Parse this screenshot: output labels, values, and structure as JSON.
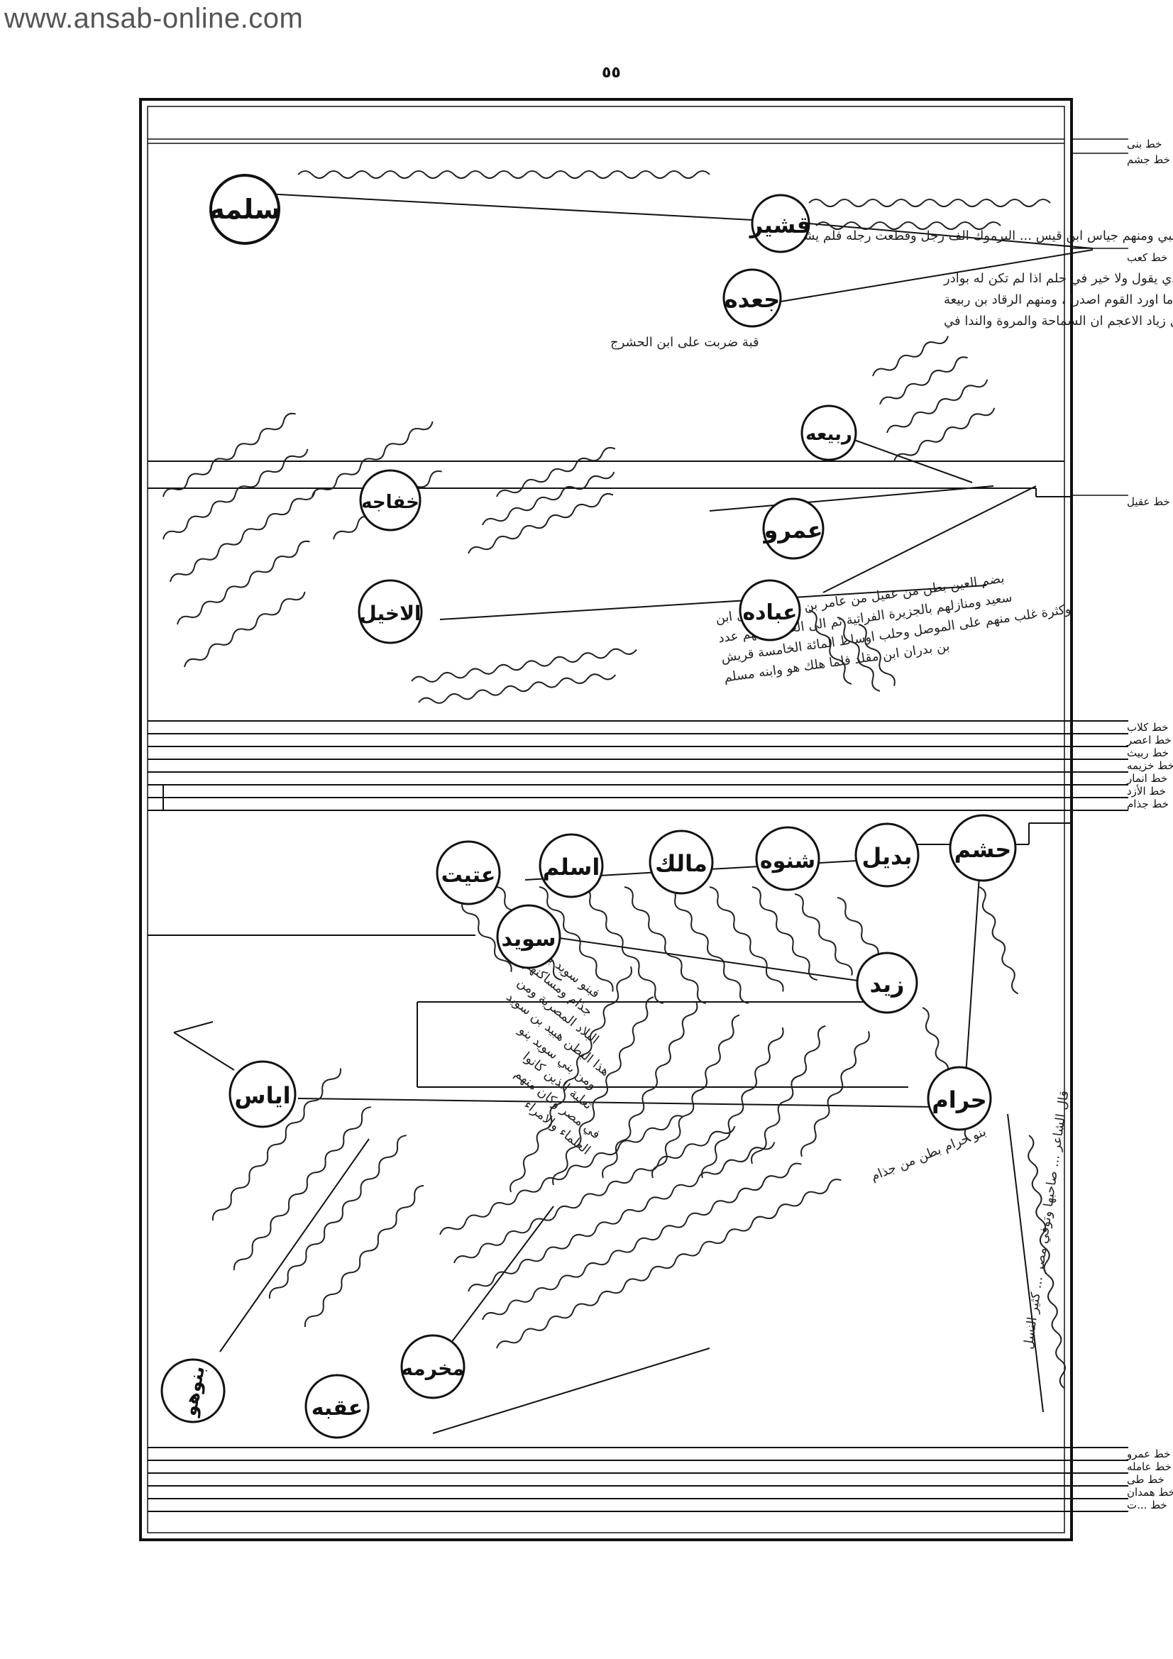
{
  "watermark": "www.ansab-online.com",
  "page_number": "٥٥",
  "side_labels": {
    "top": [
      "خط بنی",
      "خط جشم",
      "خط کعب"
    ],
    "mid_aqil": "خط عقیل",
    "mid_stack": [
      "خط کلاب",
      "خط اعصر",
      "خط ربیث",
      "خط خزیمه",
      "خط انمار",
      "خط الأزد",
      "خط جذام"
    ],
    "bottom_stack": [
      "خط عمرو",
      "خط عامله",
      "خط طی",
      "خط همدان",
      "خط ...ت"
    ]
  },
  "names": {
    "salima": "سلمه",
    "qushayr": "قشير",
    "jada": "جعده",
    "rabia": "ربيعه",
    "khafaja": "خفاجه",
    "amr": "عمرو",
    "ubada": "عباده",
    "akhyal": "الاخيل",
    "hasham": "حشم",
    "badil": "بديل",
    "shanuwa": "شنوه",
    "malik": "مالك",
    "aslam": "اسلم",
    "atit": "عتيت",
    "suwayd": "سويد",
    "zayd": "زيد",
    "haram": "حرام",
    "iyas": "اياس",
    "banu_huwa": "بنوهو",
    "makhrama": "مخرمه",
    "uqba": "عقبه"
  },
  "notes": {
    "qushayr_note": "ومن بني قشير هذا قرة بن هبيرة قال النبي ومنهم جياس ابن قيس ... البرموك الف رجل وقطعت رجله فلم يشعر بها",
    "jada_note": [
      "فبنو جعده بطن من عامر بن صعصعه منهم النابغة الجعدي الذي يقول ولا خير في حلم اذا لم تكن له بوادر",
      "تحمي صفوه ان يكدرا ولا خير في جهل اذا لم يكن له حليم اذا ما اورد القوم اصدرا ، ومنهم الرقاد بن ربيعة",
      "بن جعده الذي غلب على فارس ايام ابن الزبير وفيه يقول زياد الاعجم ان السماحة والمروة والندا في",
      "قبة ضربت على ابن الحشرج"
    ],
    "ubada_note": [
      "بضم العين بطن من عقيل من عامر بن صعصعه قال ابن",
      "سعيد ومنازلهم بالجزيرة الفراتية ثم الى العراق ولهم عدد",
      "وكثرة غلب منهم على الموصل وحلب اوساط المائة الخامسة قريش",
      "بن بدران ابن مقلد فلما هلك هو وابنه مسلم"
    ],
    "suwayd_note": [
      "فبنو سويد بطن من",
      "جذام ومساكنهم",
      "البلاد المصرية ومن",
      "هذا البطن هبيد بن سويد",
      "ومن بني سويد بنو",
      "ثعلبة الذين كانوا",
      "في مصر وكان منهم",
      "العلماء والامراء"
    ],
    "haram_note": "بنو حرام بطن من جذام",
    "right_vertical": "قال الشاعر ... صاحبها وتوفي مصر ... كثير النسل"
  }
}
